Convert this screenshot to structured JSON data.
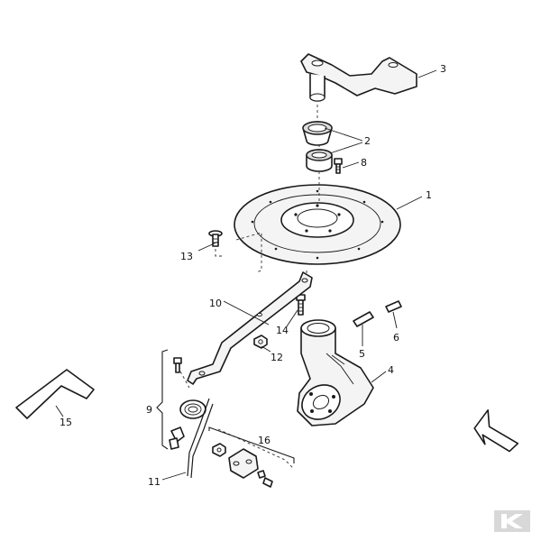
{
  "diagram": {
    "callouts": [
      {
        "id": "c1",
        "label": "1"
      },
      {
        "id": "c2",
        "label": "2"
      },
      {
        "id": "c3",
        "label": "3"
      },
      {
        "id": "c4",
        "label": "4"
      },
      {
        "id": "c5",
        "label": "5"
      },
      {
        "id": "c6",
        "label": "6"
      },
      {
        "id": "c8",
        "label": "8"
      },
      {
        "id": "c9",
        "label": "9"
      },
      {
        "id": "c10",
        "label": "10"
      },
      {
        "id": "c11",
        "label": "11"
      },
      {
        "id": "c12",
        "label": "12"
      },
      {
        "id": "c13",
        "label": "13"
      },
      {
        "id": "c14",
        "label": "14"
      },
      {
        "id": "c15",
        "label": "15"
      },
      {
        "id": "c16",
        "label": "16"
      }
    ]
  },
  "colors": {
    "line": "#1a1a1a",
    "fill": "#f4f4f4",
    "logo": "#d8d8d8"
  },
  "logo": {
    "text": "K"
  }
}
